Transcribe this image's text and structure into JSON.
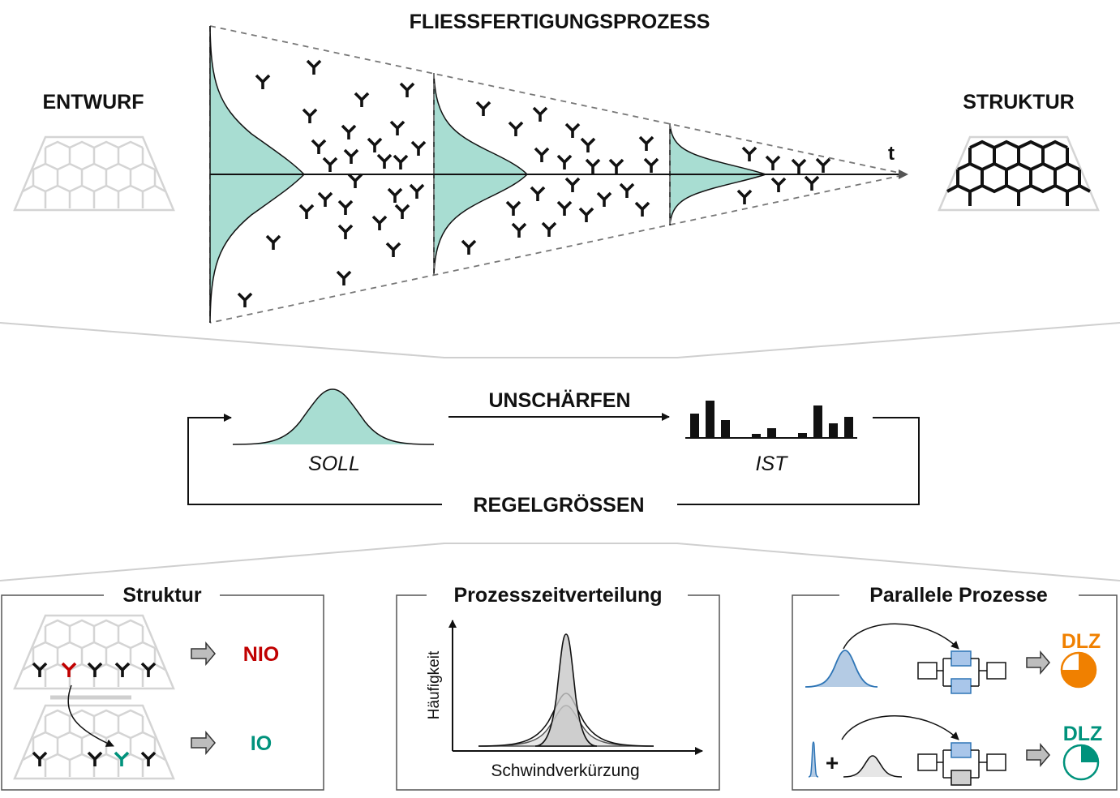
{
  "top": {
    "title": "FLIESSFERTIGUNGSPROZESS",
    "left_label": "ENTWURF",
    "right_label": "STRUKTUR",
    "axis_label": "t"
  },
  "loop": {
    "arrow_label": "UNSCHÄRFEN",
    "soll_label": "SOLL",
    "ist_label": "IST",
    "feedback_label": "REGELGRÖSSEN"
  },
  "panels": {
    "struktur": {
      "title": "Struktur",
      "result_bad": "NIO",
      "result_good": "IO"
    },
    "prozesszeit": {
      "title": "Prozesszeitverteilung",
      "ylabel": "Häufigkeit",
      "xlabel": "Schwindverkürzung"
    },
    "parallel": {
      "title": "Parallele Prozesse",
      "result_1": "DLZ",
      "result_2": "DLZ",
      "plus": "+"
    }
  },
  "colors": {
    "teal_fill": "#a8ddd2",
    "red": "#c00000",
    "green": "#00927c",
    "orange": "#f08000",
    "blue": "#2e75b6",
    "grey_line": "#c8c8c8"
  }
}
